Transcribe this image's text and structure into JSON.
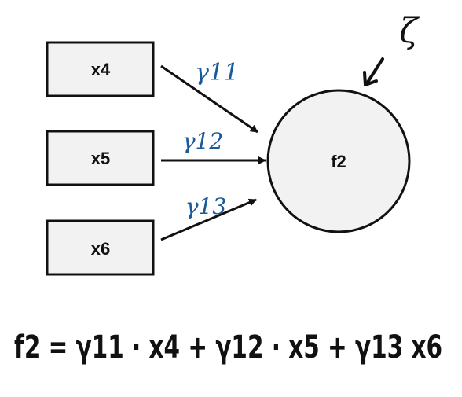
{
  "diagram": {
    "inputs": [
      {
        "label": "x4",
        "coef": "γ11"
      },
      {
        "label": "x5",
        "coef": "γ12"
      },
      {
        "label": "x6",
        "coef": "γ13"
      }
    ],
    "target": {
      "label": "f2"
    },
    "disturbance": "ζ",
    "equation": "f2 = γ11 · x4 + γ12 · x5 + γ13 x6",
    "colors": {
      "stroke": "#111111",
      "box_fill": "#f2f2f2",
      "annotation": "#1a5a9a"
    }
  }
}
